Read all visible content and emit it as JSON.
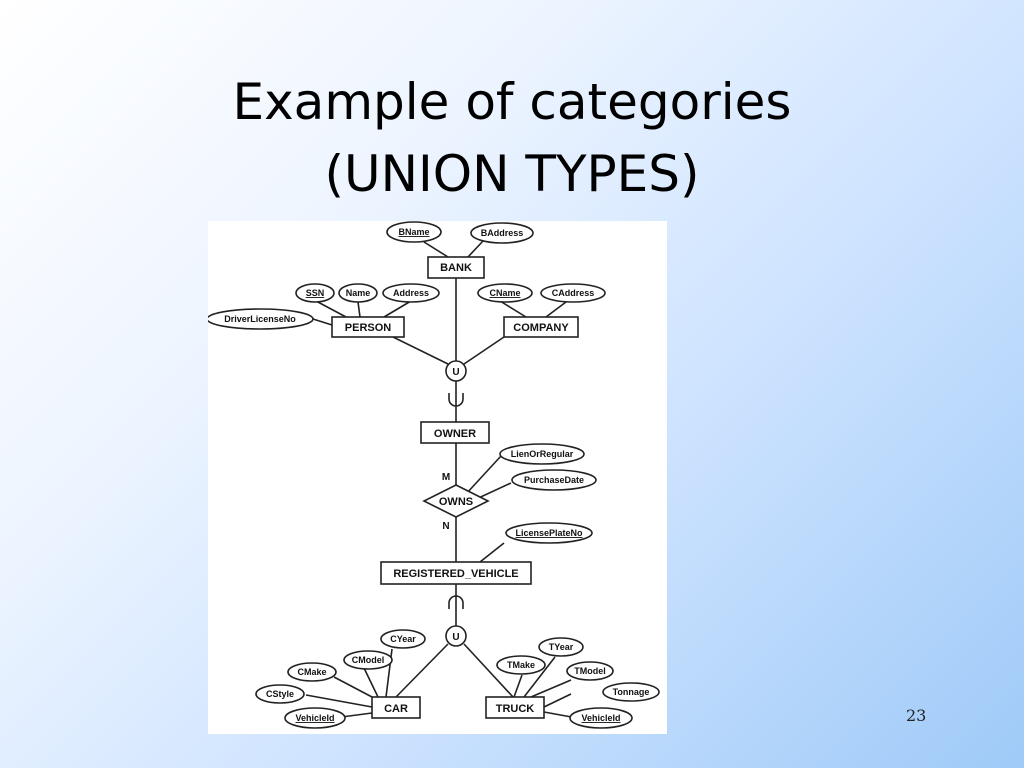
{
  "slide": {
    "title_line1": "Example of categories",
    "title_line2": "(UNION TYPES)",
    "page_number": "23"
  },
  "diagram": {
    "entities": {
      "bank": "BANK",
      "person": "PERSON",
      "company": "COMPANY",
      "owner": "OWNER",
      "registered_vehicle": "REGISTERED_VEHICLE",
      "car": "CAR",
      "truck": "TRUCK"
    },
    "relationship": "OWNS",
    "union_symbol": "U",
    "cardinality": {
      "owner_side": "M",
      "vehicle_side": "N"
    },
    "attributes": {
      "bname": "BName",
      "baddress": "BAddress",
      "ssn": "SSN",
      "name": "Name",
      "address": "Address",
      "driver_license": "DriverLicenseNo",
      "cname": "CName",
      "caddress": "CAddress",
      "lien_or_regular": "LienOrRegular",
      "purchase_date": "PurchaseDate",
      "license_plate": "LicensePlateNo",
      "cyear": "CYear",
      "cmodel": "CModel",
      "cmake": "CMake",
      "cstyle": "CStyle",
      "car_vehicle_id": "VehicleId",
      "tyear": "TYear",
      "tmake": "TMake",
      "tmodel": "TModel",
      "tonnage": "Tonnage",
      "truck_vehicle_id": "VehicleId"
    }
  }
}
